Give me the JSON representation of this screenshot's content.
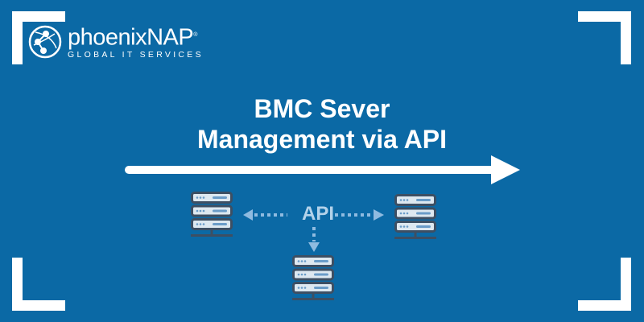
{
  "logo": {
    "name": "phoenixNAP",
    "registered": "®",
    "tagline": "GLOBAL IT SERVICES"
  },
  "title": {
    "line1": "BMC Sever",
    "line2": "Management via API"
  },
  "diagram": {
    "center_label": "API"
  },
  "colors": {
    "background": "#0b69a5",
    "server_dark": "#3d4f63",
    "server_light": "#dde8f0",
    "accent": "#6a9cc8",
    "api_text": "#b3d2ea"
  }
}
